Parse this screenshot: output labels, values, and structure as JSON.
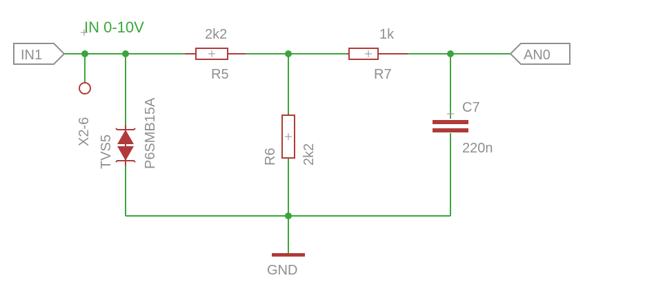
{
  "net_label": "IN 0-10V",
  "ports": {
    "in": "IN1",
    "out": "AN0"
  },
  "ground": "GND",
  "components": {
    "r5": {
      "name": "R5",
      "value": "2k2"
    },
    "r6": {
      "name": "R6",
      "value": "2k2"
    },
    "r7": {
      "name": "R7",
      "value": "1k"
    },
    "c7": {
      "name": "C7",
      "value": "220n"
    },
    "tvs": {
      "name": "TVS5",
      "value": "P6SMB15A"
    },
    "connector": {
      "name": "X2-6"
    }
  },
  "colors": {
    "wire": "#3aa63a",
    "component": "#b03a3a",
    "label": "#8f8f8f"
  }
}
